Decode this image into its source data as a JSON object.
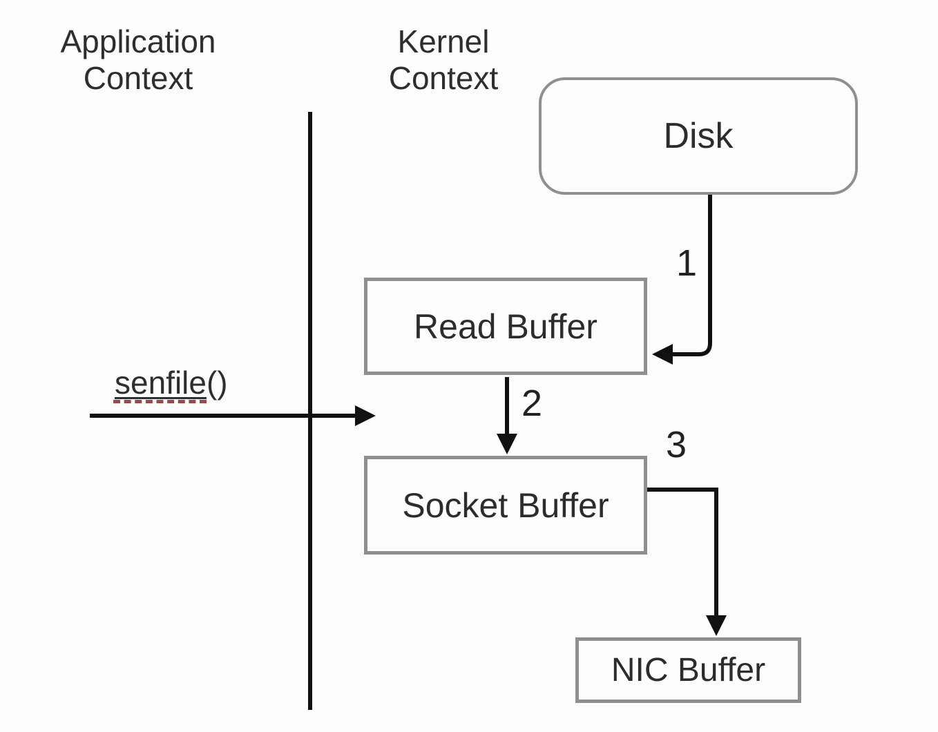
{
  "diagram": {
    "contexts": {
      "application": "Application\nContext",
      "kernel": "Kernel\nContext"
    },
    "nodes": {
      "disk": "Disk",
      "read_buffer": "Read Buffer",
      "socket_buffer": "Socket Buffer",
      "nic_buffer": "NIC Buffer"
    },
    "call": {
      "word": "senfile",
      "parens": "()"
    },
    "edges": [
      {
        "label": "1",
        "from": "Disk",
        "to": "Read Buffer"
      },
      {
        "label": "2",
        "from": "Read Buffer",
        "to": "Socket Buffer"
      },
      {
        "label": "3",
        "from": "Socket Buffer",
        "to": "NIC Buffer"
      }
    ],
    "colors": {
      "background": "#fdfdfd",
      "box_border": "#8f8f8f",
      "arrow": "#111111",
      "text": "#2e2e2e",
      "spellcheck_underline": "#b04040"
    }
  }
}
